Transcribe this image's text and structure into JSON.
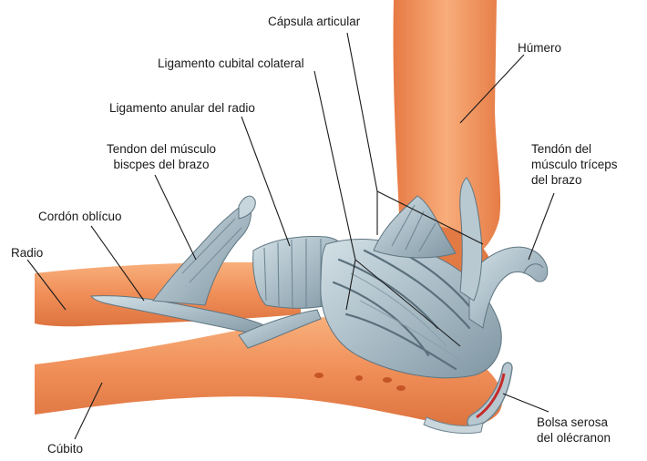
{
  "labels": {
    "capsula": "Cápsula articular",
    "ligamento_cubital": "Ligamento cubital colateral",
    "humero": "Húmero",
    "ligamento_anular": "Ligamento anular del radio",
    "tendon_biceps_1": "Tendon del músculo",
    "tendon_biceps_2": "biscpes del brazo",
    "tendon_triceps_1": "Tendón del",
    "tendon_triceps_2": "músculo tríceps",
    "tendon_triceps_3": "del brazo",
    "cordon": "Cordón oblícuo",
    "radio": "Radio",
    "cubito": "Cúbito",
    "bolsa_1": "Bolsa serosa",
    "bolsa_2": "del olécranon"
  },
  "colors": {
    "bone": "#f08e58",
    "bone_light": "#f8b07c",
    "bone_dark": "#d8703a",
    "ligament": "#a9bcc6",
    "ligament_dark": "#5f7682",
    "ligament_light": "#d6e2e8",
    "bursa": "#c62a2a",
    "leader": "#1a1a1a"
  }
}
